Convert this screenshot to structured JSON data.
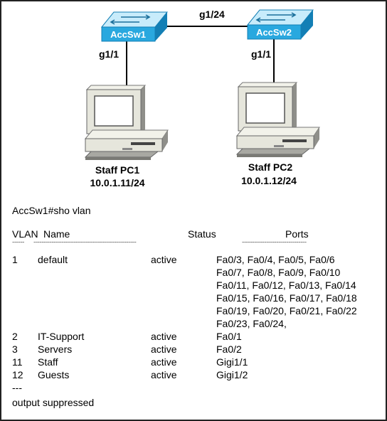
{
  "topology": {
    "link_label": "g1/24",
    "switches": [
      {
        "name": "AccSw1",
        "port": "g1/1"
      },
      {
        "name": "AccSw2",
        "port": "g1/1"
      }
    ],
    "pcs": [
      {
        "name": "Staff PC1",
        "ip": "10.0.1.11/24"
      },
      {
        "name": "Staff PC2",
        "ip": "10.0.1.12/24"
      }
    ],
    "colors": {
      "switch_top": "#c8ecfb",
      "switch_body": "#29a8df",
      "switch_dark": "#137fb5",
      "pc_beige": "#e6e6dc",
      "pc_shadow": "#8f8f8a"
    }
  },
  "cli": {
    "command": "AccSw1#sho vlan",
    "headers": {
      "vlan": "VLAN",
      "name": "Name",
      "status": "Status",
      "ports": "Ports"
    },
    "separator": {
      "vlan": "------",
      "name": "---------------------------------------------------",
      "ports": "--------------------------------"
    },
    "rows": [
      {
        "vlan": "1",
        "name": "default",
        "status": "active",
        "ports": [
          "Fa0/3, Fa0/4, Fa0/5, Fa0/6",
          "Fa0/7, Fa0/8, Fa0/9, Fa0/10",
          "Fa0/11, Fa0/12, Fa0/13, Fa0/14",
          "Fa0/15, Fa0/16, Fa0/17, Fa0/18",
          "Fa0/19, Fa0/20, Fa0/21, Fa0/22",
          "Fa0/23, Fa0/24,"
        ]
      },
      {
        "vlan": "2",
        "name": "IT-Support",
        "status": "active",
        "ports": [
          "Fa0/1"
        ]
      },
      {
        "vlan": "3",
        "name": "Servers",
        "status": "active",
        "ports": [
          "Fa0/2"
        ]
      },
      {
        "vlan": "11",
        "name": "Staff",
        "status": "active",
        "ports": [
          "Gigi1/1"
        ]
      },
      {
        "vlan": "12",
        "name": "Guests",
        "status": "active",
        "ports": [
          "Gigi1/2"
        ]
      }
    ],
    "ellipsis": "---",
    "footer": "output suppressed"
  }
}
